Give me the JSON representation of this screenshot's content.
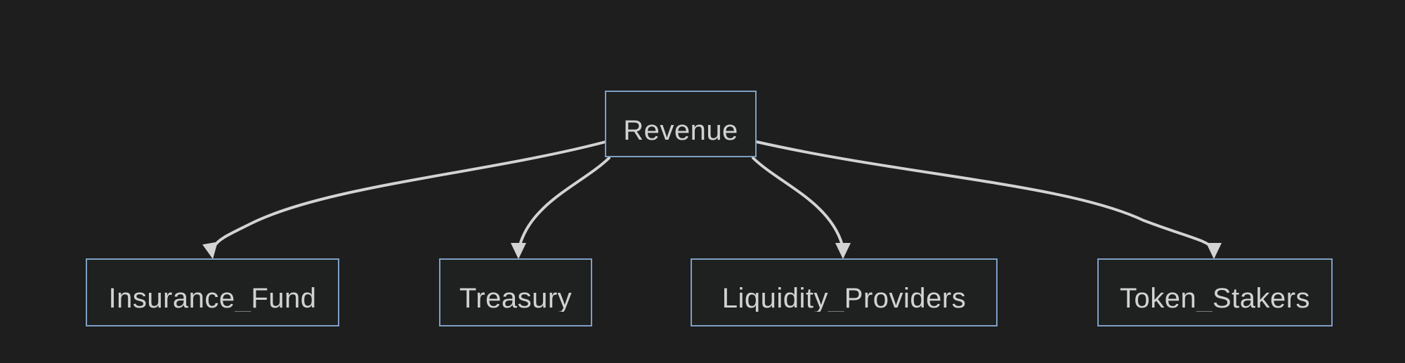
{
  "diagram": {
    "type": "flowchart",
    "direction": "top-down",
    "colors": {
      "background": "#1e1e1e",
      "node_fill": "#1f2020",
      "node_border": "#7e9fc4",
      "edge": "#d3d3d3",
      "text": "#d2d2d2"
    },
    "nodes": [
      {
        "id": "revenue",
        "label": "Revenue"
      },
      {
        "id": "insurance_fund",
        "label": "Insurance_Fund"
      },
      {
        "id": "treasury",
        "label": "Treasury"
      },
      {
        "id": "liquidity_providers",
        "label": "Liquidity_Providers"
      },
      {
        "id": "token_stakers",
        "label": "Token_Stakers"
      }
    ],
    "edges": [
      {
        "from": "Revenue",
        "to": "Insurance_Fund"
      },
      {
        "from": "Revenue",
        "to": "Treasury"
      },
      {
        "from": "Revenue",
        "to": "Liquidity_Providers"
      },
      {
        "from": "Revenue",
        "to": "Token_Stakers"
      }
    ]
  }
}
